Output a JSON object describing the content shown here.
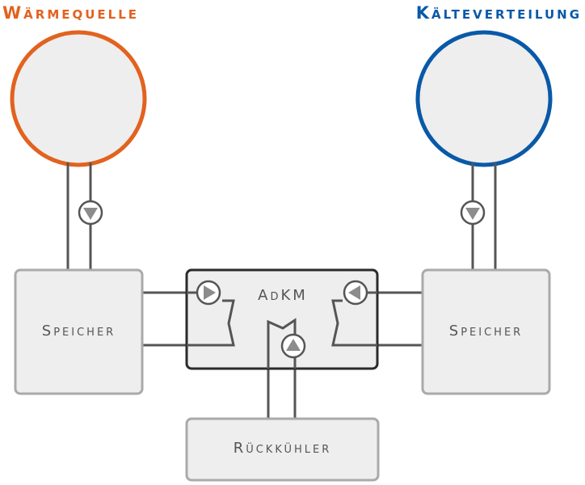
{
  "diagram": {
    "heat_source": {
      "title": "Wärmequelle"
    },
    "cold_distribution": {
      "title": "Kälteverteilung"
    },
    "storage_left": {
      "label": "Speicher"
    },
    "storage_right": {
      "label": "Speicher"
    },
    "adkm": {
      "label": "AdKM"
    },
    "recooler": {
      "label": "Rückkühler"
    },
    "pumps": [
      {
        "id": "pump-heat-source",
        "direction": "down"
      },
      {
        "id": "pump-adkm-left",
        "direction": "right"
      },
      {
        "id": "pump-adkm-right",
        "direction": "left"
      },
      {
        "id": "pump-recooler",
        "direction": "up"
      },
      {
        "id": "pump-cold-distribution",
        "direction": "down"
      }
    ]
  },
  "colors": {
    "heat_source": "#e2621f",
    "cold_distribution": "#0a59a8",
    "pipe": "#555555",
    "box_border": "#aaaaaa",
    "box_fill": "#eeeeee",
    "adkm_border": "#2b2b2b",
    "pump_arrow": "#8c8c8c"
  },
  "icons": {
    "pump": "circle-with-triangle",
    "heat_exchanger": "bracket"
  }
}
